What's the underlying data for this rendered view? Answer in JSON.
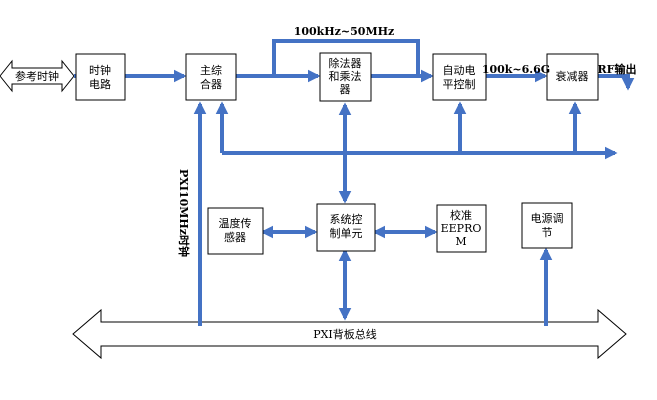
{
  "ref_clock": "参考时钟",
  "blocks": {
    "clock_circuit": [
      "时钟",
      "电路"
    ],
    "main_synth": [
      "主综",
      "合器"
    ],
    "divider_mult": [
      "除法器",
      "和乘法",
      "器"
    ],
    "alc": [
      "自动电",
      "平控制"
    ],
    "attenuator": [
      "衰减器"
    ],
    "temp_sensor": [
      "温度传",
      "感器"
    ],
    "sys_ctrl": [
      "系统控",
      "制单元"
    ],
    "eeprom": [
      "校准",
      "EEPRO",
      "M"
    ],
    "power": [
      "电源调",
      "节"
    ]
  },
  "labels": {
    "bypass_freq": "100kHz~50MHz",
    "alc_freq": "100k~6.6G",
    "rf_out": "RF输出",
    "pxi_clock": "PXI10MHz时钟",
    "pxi_bus": "PXI背板总线"
  },
  "colors": {
    "wire": "#4472C4",
    "stroke": "#000000"
  }
}
